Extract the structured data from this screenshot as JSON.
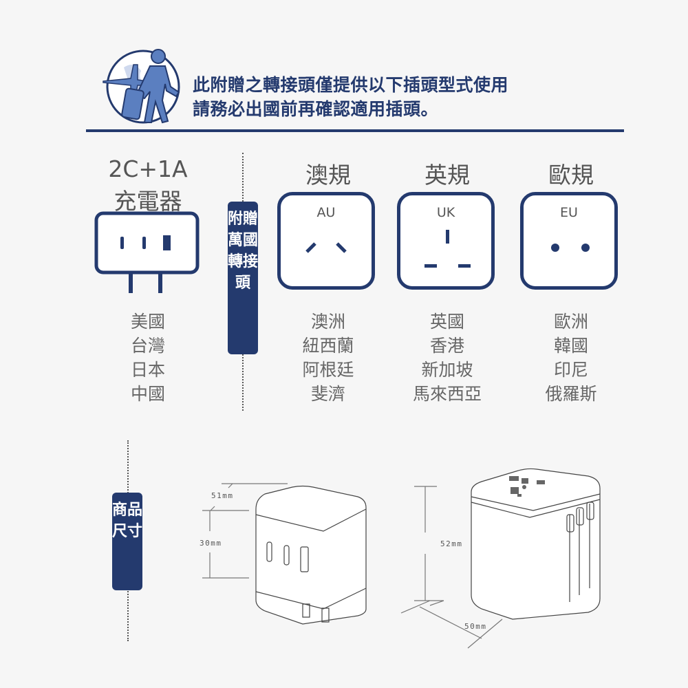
{
  "header": {
    "line1": "此附贈之轉接頭僅提供以下插頭型式使用",
    "line2": "請務必出國前再確認適用插頭。",
    "icon": "traveler-globe-icon"
  },
  "charger": {
    "title1": "2C+1A",
    "title2": "充電器",
    "countries": [
      "美國",
      "台灣",
      "日本",
      "中國"
    ]
  },
  "adapter_badge": "附贈萬國轉接頭",
  "plugs": [
    {
      "title": "澳規",
      "code": "AU",
      "countries": [
        "澳洲",
        "紐西蘭",
        "阿根廷",
        "斐濟"
      ]
    },
    {
      "title": "英規",
      "code": "UK",
      "countries": [
        "英國",
        "香港",
        "新加坡",
        "馬來西亞"
      ]
    },
    {
      "title": "歐規",
      "code": "EU",
      "countries": [
        "歐洲",
        "韓國",
        "印尼",
        "俄羅斯"
      ]
    }
  ],
  "size_badge": "商品尺寸",
  "dimensions": {
    "charger_depth": "51mm",
    "charger_height": "30mm",
    "adapter_height": "52mm",
    "adapter_width": "50mm"
  },
  "colors": {
    "navy": "#243a6e",
    "accent": "#5b7fc0"
  }
}
